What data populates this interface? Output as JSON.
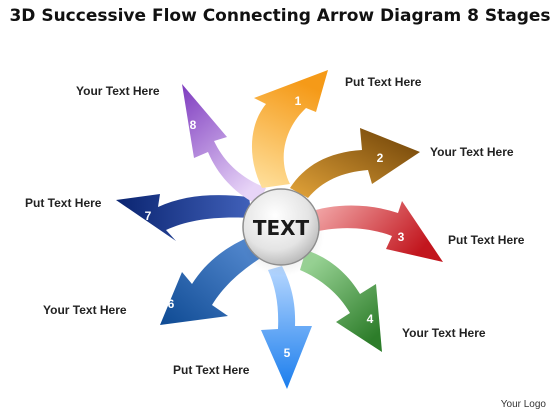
{
  "title": "3D Successive Flow Connecting Arrow Diagram 8 Stages",
  "center_text": "TEXT",
  "logo_text": "Your Logo",
  "stages": [
    {
      "number": "1",
      "label": "Put Text Here",
      "color": "#f4a52c"
    },
    {
      "number": "2",
      "label": "Your Text Here",
      "color": "#9c5f07"
    },
    {
      "number": "3",
      "label": "Put Text Here",
      "color": "#cf2028"
    },
    {
      "number": "4",
      "label": "Your Text Here",
      "color": "#3a9b36"
    },
    {
      "number": "5",
      "label": "Put Text Here",
      "color": "#2f8ff0"
    },
    {
      "number": "6",
      "label": "Your Text Here",
      "color": "#1a5aa6"
    },
    {
      "number": "7",
      "label": "Put Text Here",
      "color": "#0d2f86"
    },
    {
      "number": "8",
      "label": "Your Text Here",
      "color": "#8a49c6"
    }
  ]
}
